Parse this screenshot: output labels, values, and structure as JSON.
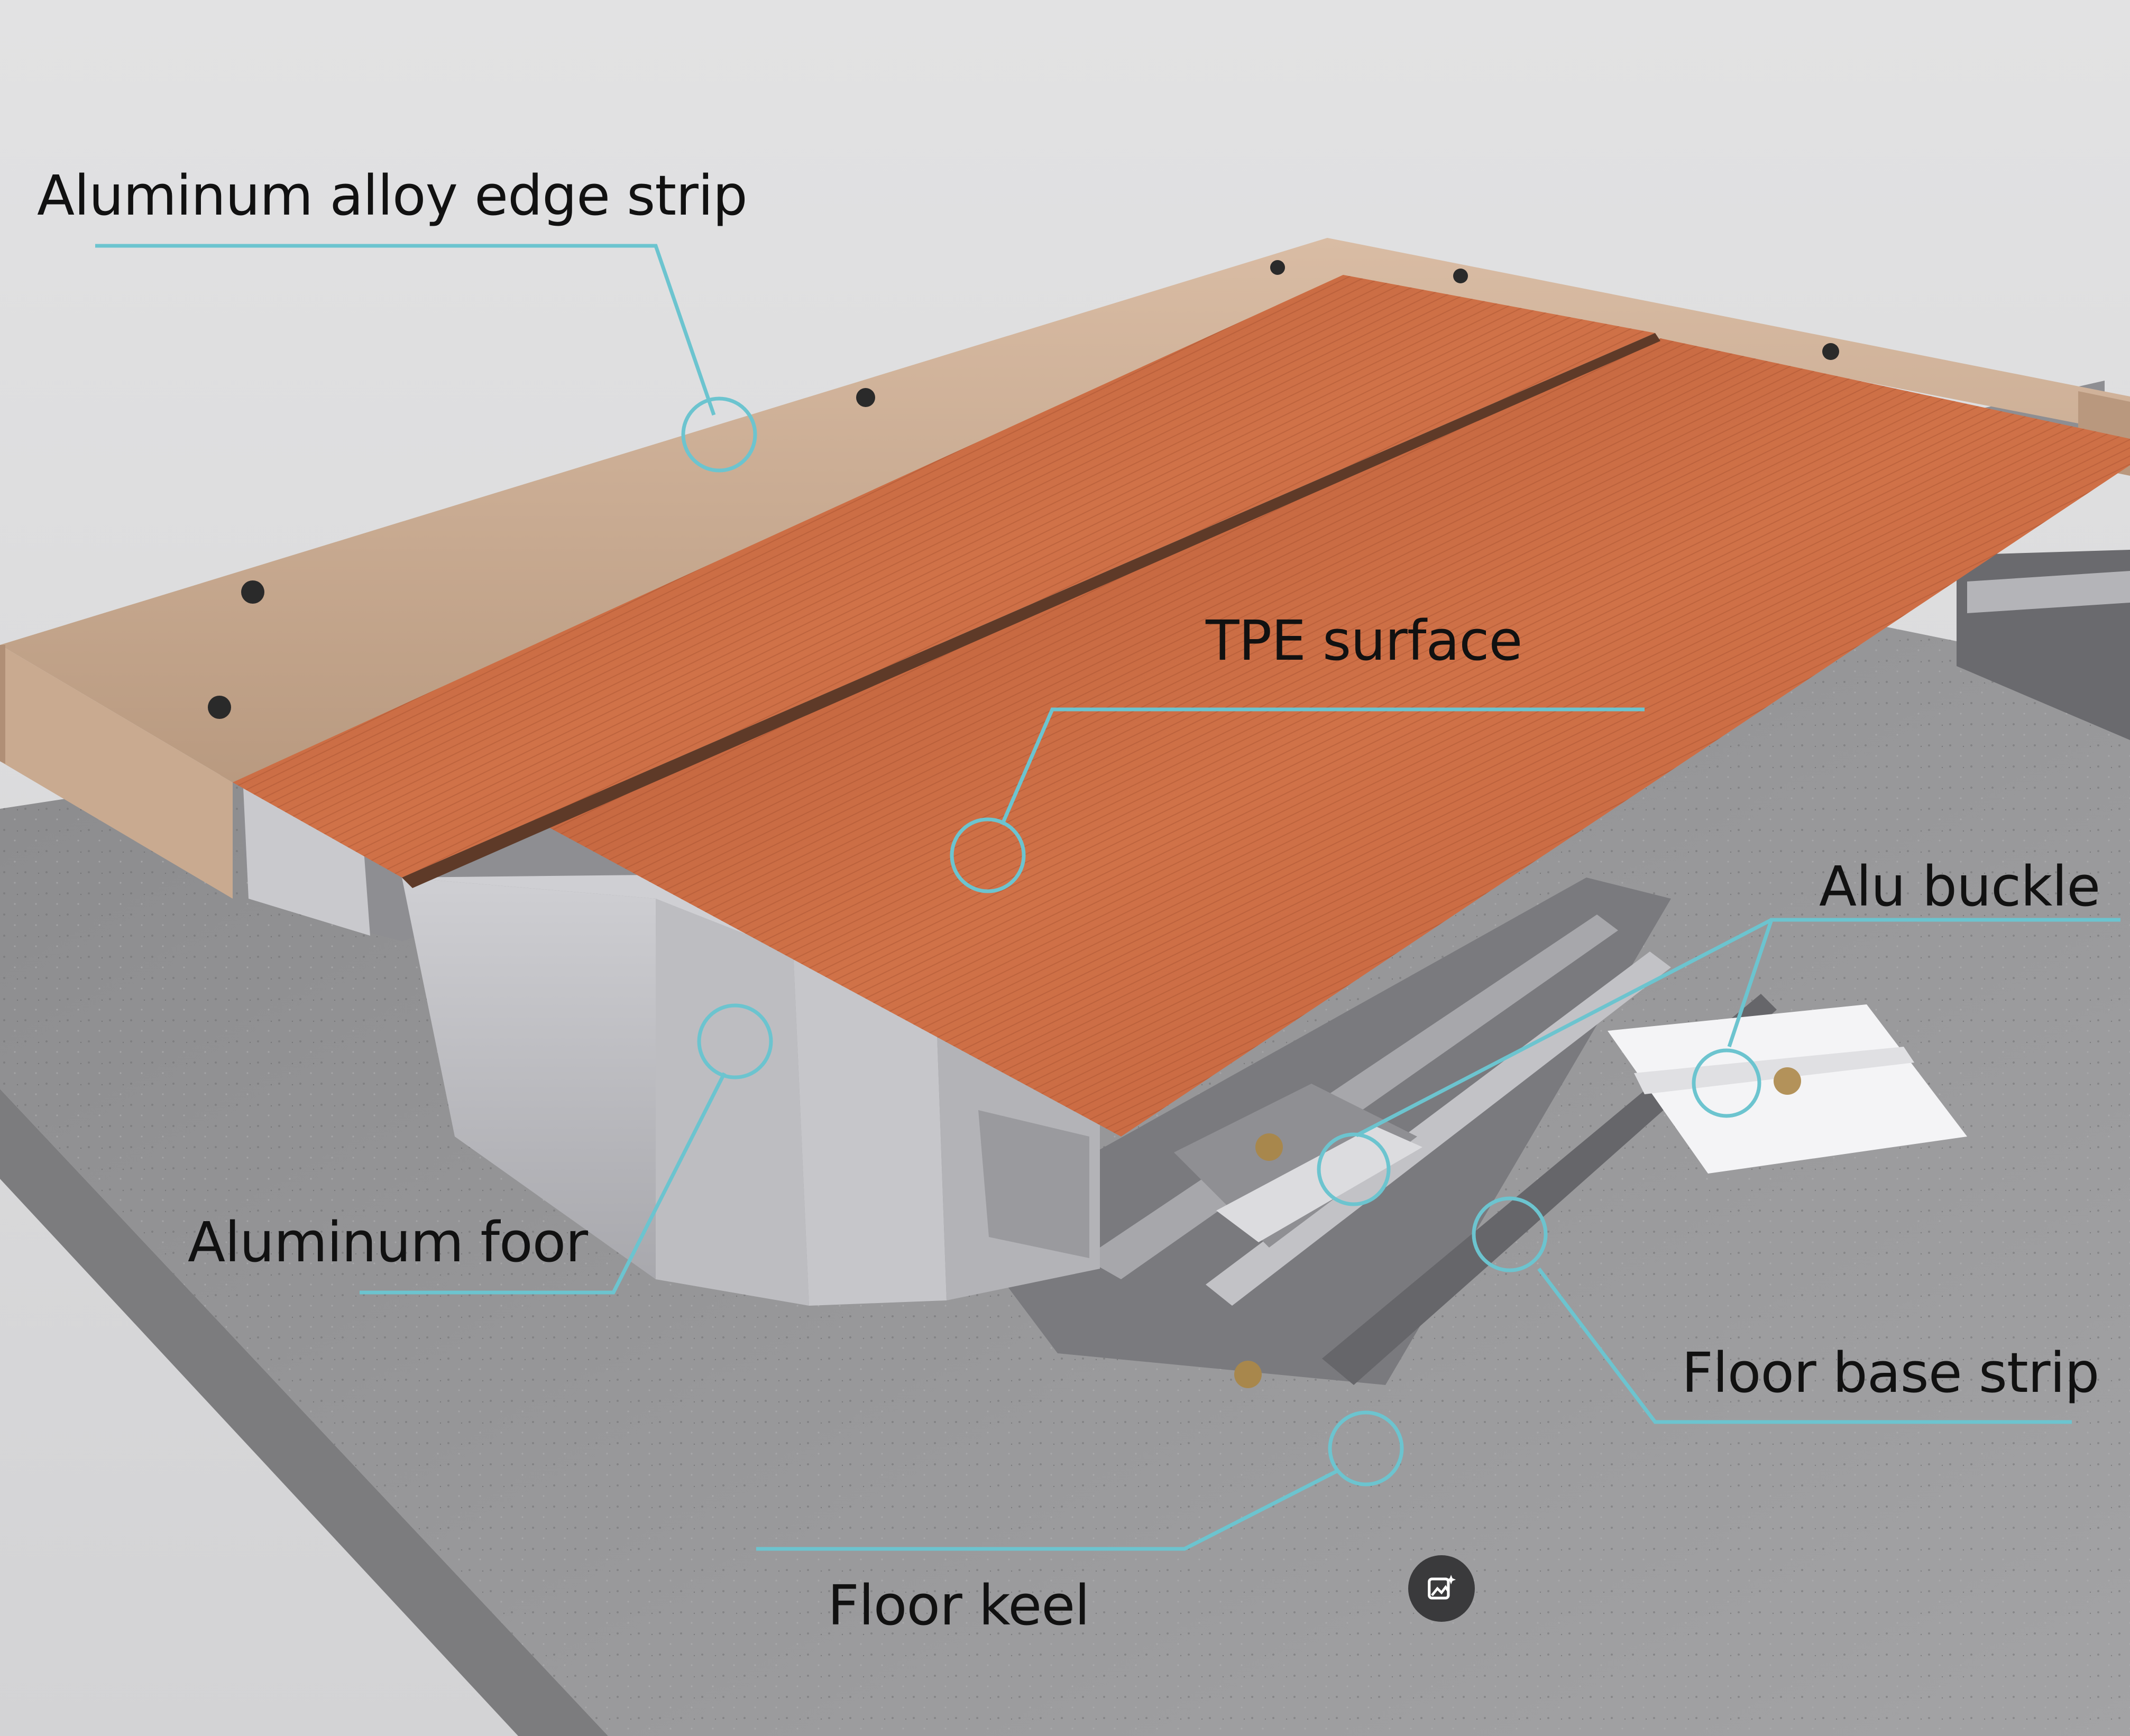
{
  "labels": {
    "edge_strip": "Aluminum alloy edge strip",
    "tpe_surface": "TPE surface",
    "alu_buckle": "Alu buckle",
    "aluminum_floor": "Aluminum foor",
    "floor_base_strip": "Floor base strip",
    "floor_keel": "Floor keel"
  },
  "colors": {
    "background": "#dcdcdd",
    "leader_line": "#6cc4cf",
    "wood": "#c8673f",
    "concrete": "#8d8d8f",
    "aluminum": "#b9b9bd",
    "edge_frame": "#c8a88f"
  },
  "icons": {
    "badge": "ai-image-icon"
  }
}
